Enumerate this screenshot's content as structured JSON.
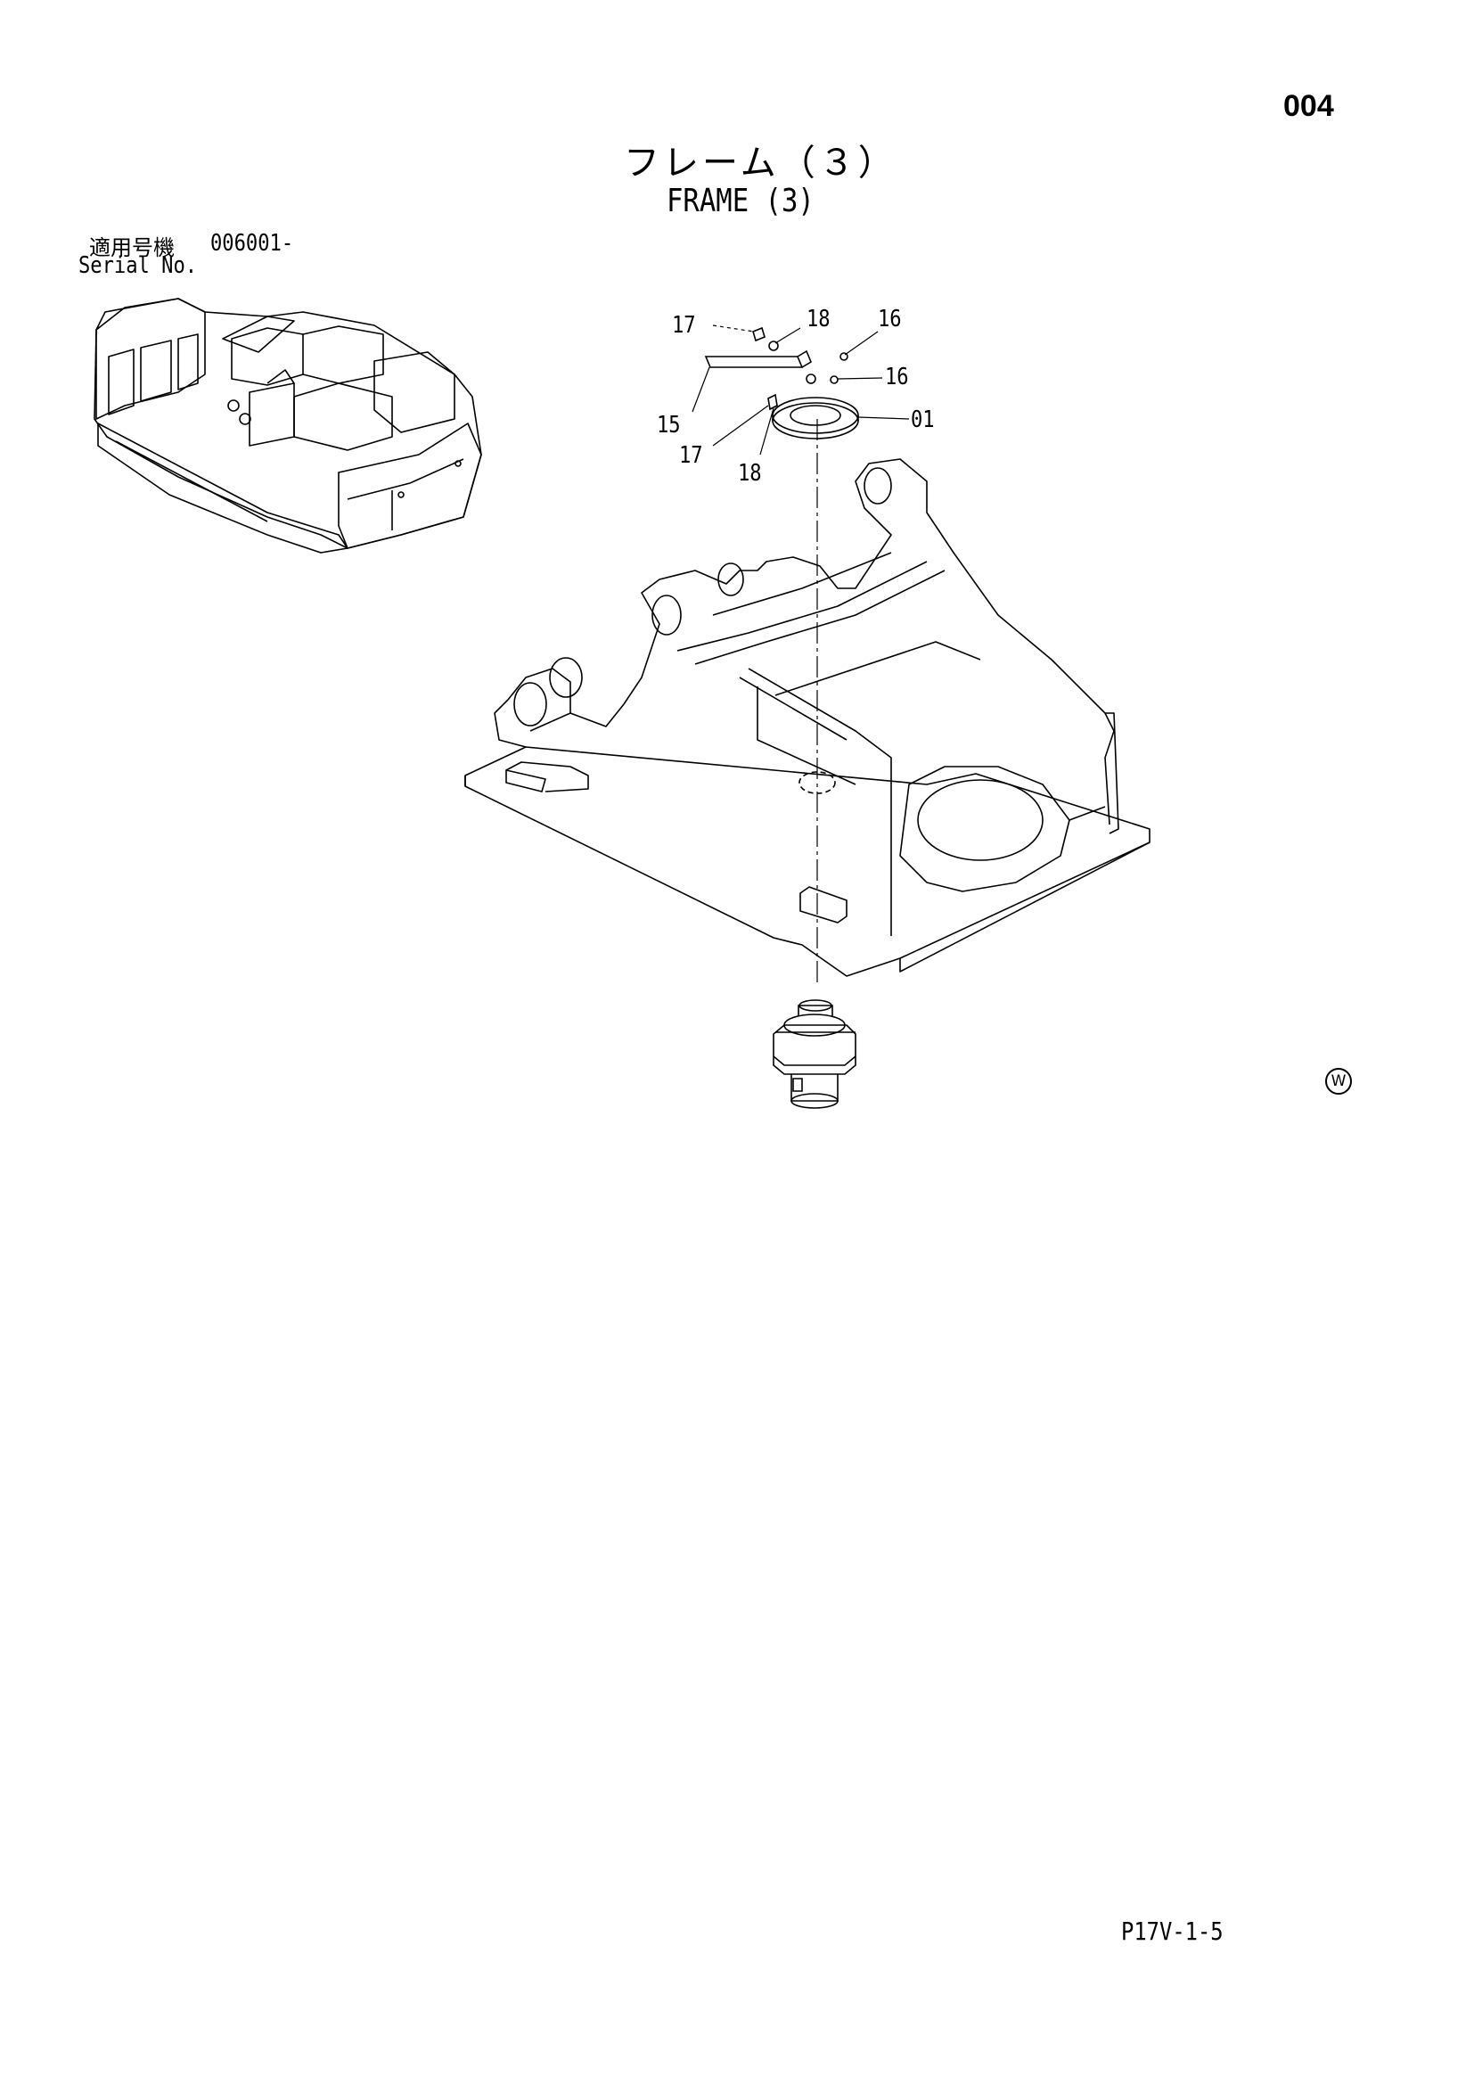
{
  "page": {
    "page_number": "004",
    "title_jp": "フレーム（３）",
    "title_en": "FRAME (3)",
    "serial_label_jp": "適用号機",
    "serial_value": "006001-",
    "serial_label_en": "Serial No.",
    "footer_code": "P17V-1-5",
    "w_mark": "W"
  },
  "callouts": {
    "c17a": "17",
    "c18a": "18",
    "c16a": "16",
    "c16b": "16",
    "c15": "15",
    "c01": "01",
    "c17b": "17",
    "c18b": "18"
  }
}
